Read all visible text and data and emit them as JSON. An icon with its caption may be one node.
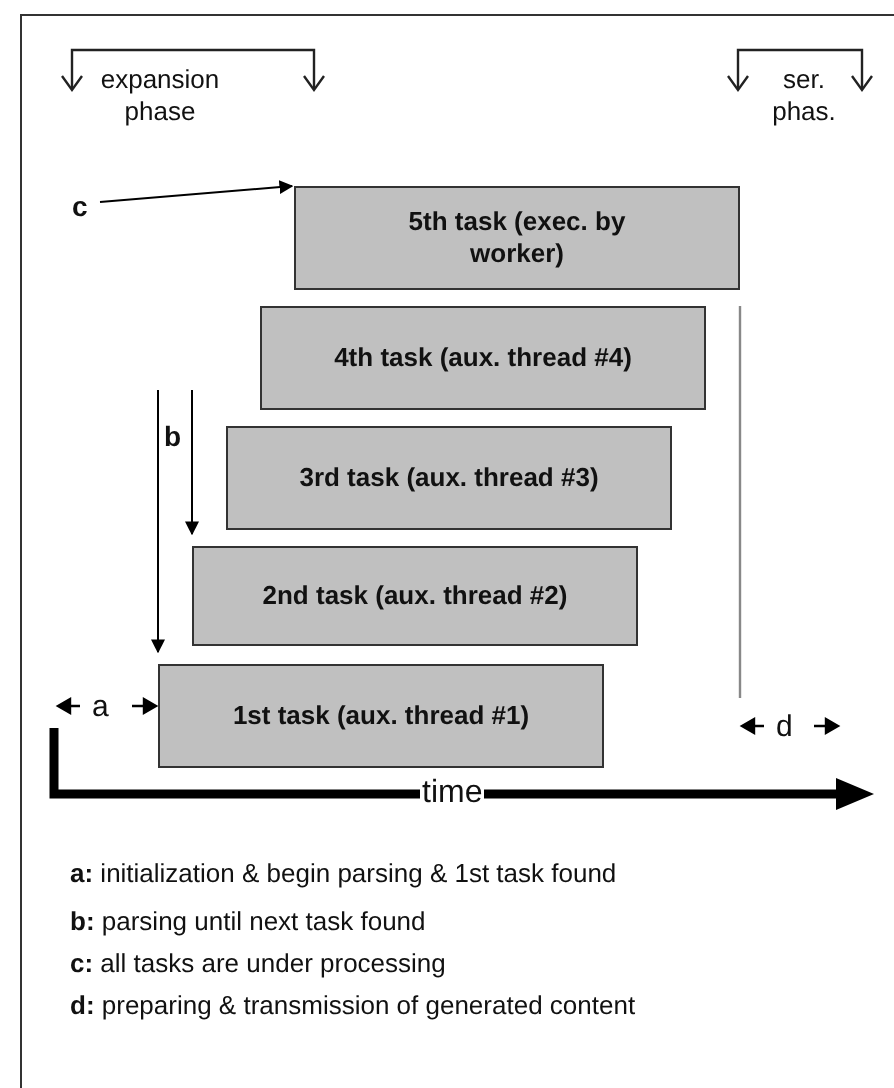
{
  "diagram": {
    "nodes": [
      {
        "text": [
          "c"
        ]
      },
      {
        "text": [
          "5th task (exec. by worker)"
        ]
      },
      {
        "text": [
          "4th task (aux. thread #4)"
        ]
      },
      {
        "text": [
          "3rd task (aux. thread #3)"
        ]
      },
      {
        "text": [
          "2nd task (aux. thread #2)"
        ]
      },
      {
        "text": [
          "1st task (aux. thread #1)"
        ]
      }
    ],
    "edges": [
      {
        "from": 0,
        "to": 1,
        "arrow": "to"
      },
      {
        "from": null,
        "to": 4,
        "arrow": "to"
      },
      {
        "from": null,
        "to": 5,
        "arrow": "to"
      }
    ],
    "labels": [
      "expansion phase",
      "ser. phas.",
      "b",
      "a",
      "d",
      "time",
      "**a:** initialization & begin parsing & 1st task found",
      "**b:** parsing until next task found",
      "**c:** all tasks are under processing",
      "**d:** preparing & transmission of generated content"
    ]
  }
}
